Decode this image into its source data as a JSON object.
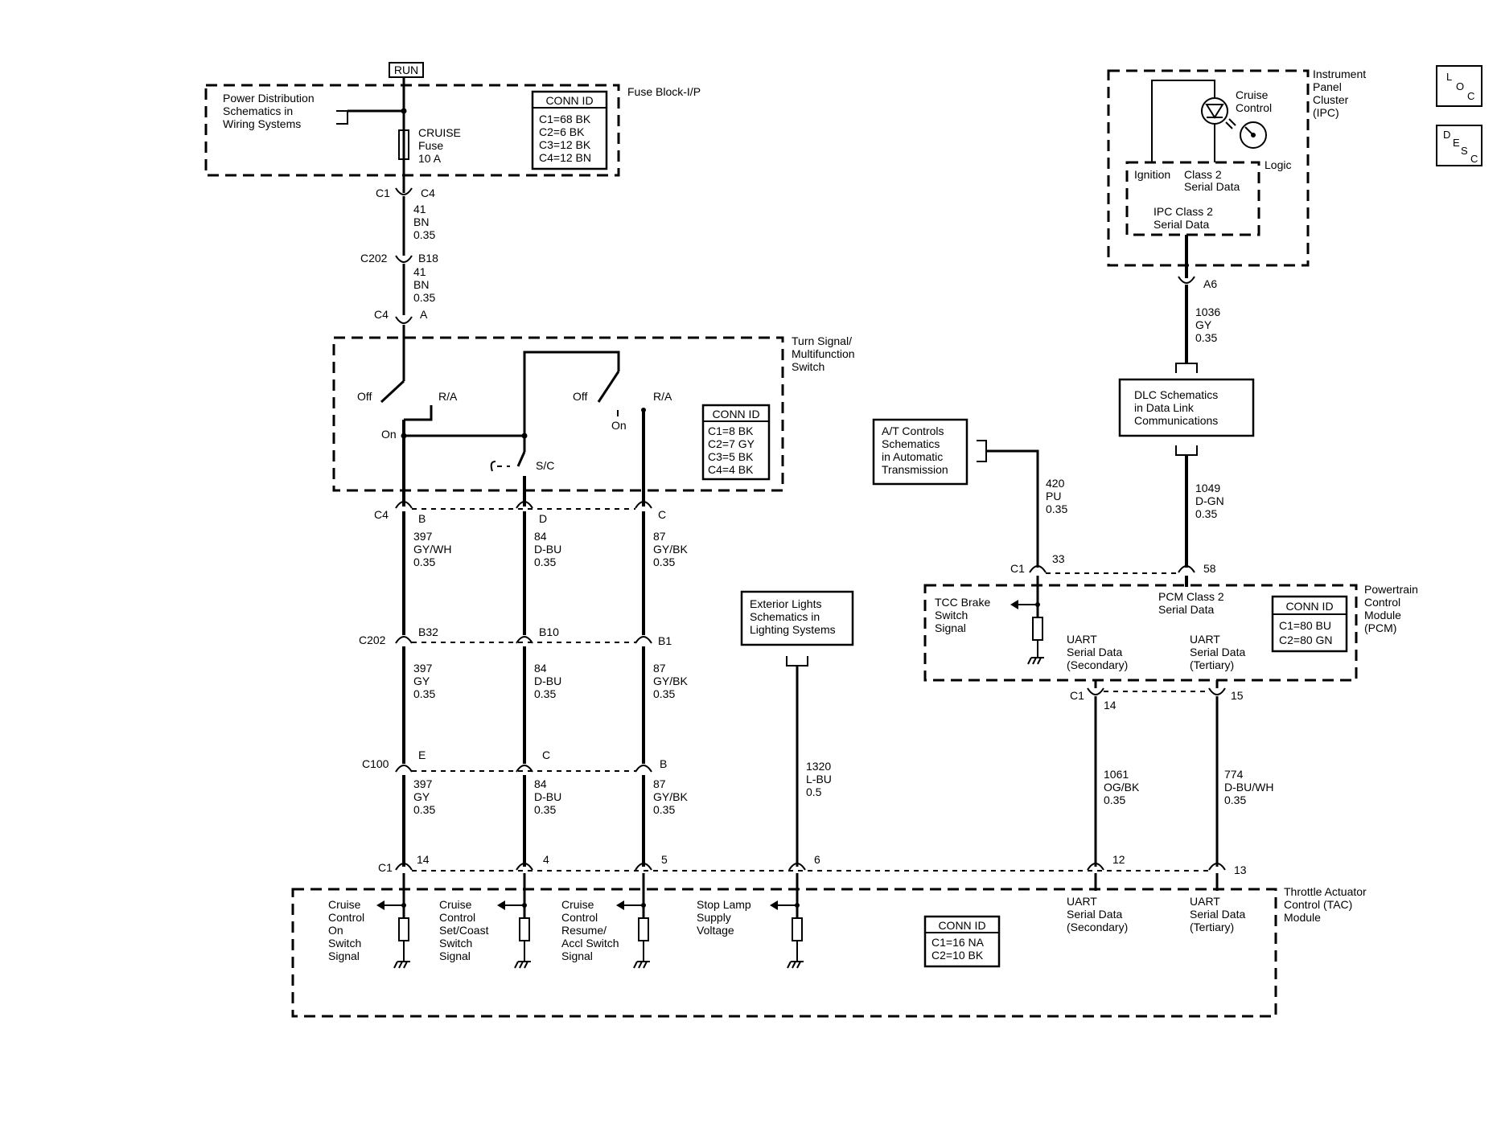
{
  "run_label": "RUN",
  "fuse_block": {
    "title": "Fuse Block-I/P",
    "pd_ref": [
      "Power Distribution",
      "Schematics in",
      "Wiring  Systems"
    ],
    "fuse": [
      "CRUISE",
      "Fuse",
      "10 A"
    ],
    "conn_title": "CONN ID",
    "conn": [
      "C1=68 BK",
      "C2=6 BK",
      "C3=12 BK",
      "C4=12 BN"
    ]
  },
  "feed": {
    "c1": "C1",
    "c4": "C4",
    "w1": [
      "41",
      "BN",
      "0.35"
    ],
    "c202": "C202",
    "b18": "B18",
    "w2": [
      "41",
      "BN",
      "0.35"
    ],
    "c4b": "C4",
    "a": "A"
  },
  "turn_signal": {
    "title": [
      "Turn Signal/",
      "Multifunction",
      "Switch"
    ],
    "off1": "Off",
    "ra1": "R/A",
    "on1": "On",
    "off2": "Off",
    "on2": "On",
    "ra2": "R/A",
    "sc": "S/C",
    "conn_title": "CONN ID",
    "conn": [
      "C1=8 BK",
      "C2=7 GY",
      "C3=5 BK",
      "C4=4 BK"
    ]
  },
  "circuits": {
    "c4": "C4",
    "pinB": "B",
    "pinD": "D",
    "pinC": "C",
    "w397a": [
      "397",
      "GY/WH",
      "0.35"
    ],
    "w84a": [
      "84",
      "D-BU",
      "0.35"
    ],
    "w87a": [
      "87",
      "GY/BK",
      "0.35"
    ],
    "c202": "C202",
    "b32": "B32",
    "b10": "B10",
    "b1": "B1",
    "w397b": [
      "397",
      "GY",
      "0.35"
    ],
    "w84b": [
      "84",
      "D-BU",
      "0.35"
    ],
    "w87b": [
      "87",
      "GY/BK",
      "0.35"
    ],
    "c100": "C100",
    "pinE": "E",
    "pinC2": "C",
    "pinB2": "B",
    "w397c": [
      "397",
      "GY",
      "0.35"
    ],
    "w84c": [
      "84",
      "D-BU",
      "0.35"
    ],
    "w87c": [
      "87",
      "GY/BK",
      "0.35"
    ]
  },
  "ext_lights": {
    "ref": [
      "Exterior Lights",
      "Schematics in",
      "Lighting Systems"
    ],
    "wire": [
      "1320",
      "L-BU",
      "0.5"
    ]
  },
  "tac": {
    "title": [
      "Throttle Actuator",
      "Control (TAC)",
      "Module"
    ],
    "c1": "C1",
    "pins": [
      "14",
      "4",
      "5",
      "6",
      "12",
      "13"
    ],
    "inputs": [
      [
        "Cruise",
        "Control",
        "On",
        "Switch",
        "Signal"
      ],
      [
        "Cruise",
        "Control",
        "Set/Coast",
        "Switch",
        "Signal"
      ],
      [
        "Cruise",
        "Control",
        "Resume/",
        "Accl Switch",
        "Signal"
      ],
      [
        "Stop Lamp",
        "Supply",
        "Voltage"
      ]
    ],
    "uart_sec": [
      "UART",
      "Serial Data",
      "(Secondary)"
    ],
    "uart_ter": [
      "UART",
      "Serial Data",
      "(Tertiary)"
    ],
    "conn_title": "CONN ID",
    "conn": [
      "C1=16 NA",
      "C2=10 BK"
    ]
  },
  "ipc": {
    "title": [
      "Instrument",
      "Panel",
      "Cluster",
      "(IPC)"
    ],
    "cruise": [
      "Cruise",
      "Control"
    ],
    "logic": "Logic",
    "ignition": "Ignition",
    "class2": [
      "Class 2",
      "Serial Data"
    ],
    "ipc_class2": [
      "IPC Class 2",
      "Serial Data"
    ],
    "a6": "A6",
    "wire": [
      "1036",
      "GY",
      "0.35"
    ]
  },
  "dlc": {
    "ref": [
      "DLC Schematics",
      "in Data Link",
      "Communications"
    ],
    "wire": [
      "1049",
      "D-GN",
      "0.35"
    ]
  },
  "at": {
    "ref": [
      "A/T Controls",
      "Schematics",
      "in Automatic",
      "Transmission"
    ],
    "wire": [
      "420",
      "PU",
      "0.35"
    ]
  },
  "pcm": {
    "title": [
      "Powertrain",
      "Control",
      "Module",
      "(PCM)"
    ],
    "c1": "C1",
    "p33": "33",
    "p58": "58",
    "tcc": [
      "TCC Brake",
      "Switch",
      "Signal"
    ],
    "pcm_class2": [
      "PCM Class 2",
      "Serial Data"
    ],
    "uart_sec": [
      "UART",
      "Serial Data",
      "(Secondary)"
    ],
    "uart_ter": [
      "UART",
      "Serial Data",
      "(Tertiary)"
    ],
    "conn_title": "CONN ID",
    "conn": [
      "C1=80 BU",
      "C2=80 GN"
    ],
    "c1b": "C1",
    "p14": "14",
    "p15": "15",
    "w1061": [
      "1061",
      "OG/BK",
      "0.35"
    ],
    "w774": [
      "774",
      "D-BU/WH",
      "0.35"
    ]
  },
  "icons": {
    "loc": [
      "L",
      "O",
      "C"
    ],
    "desc": [
      "D",
      "E",
      "S",
      "C"
    ]
  }
}
